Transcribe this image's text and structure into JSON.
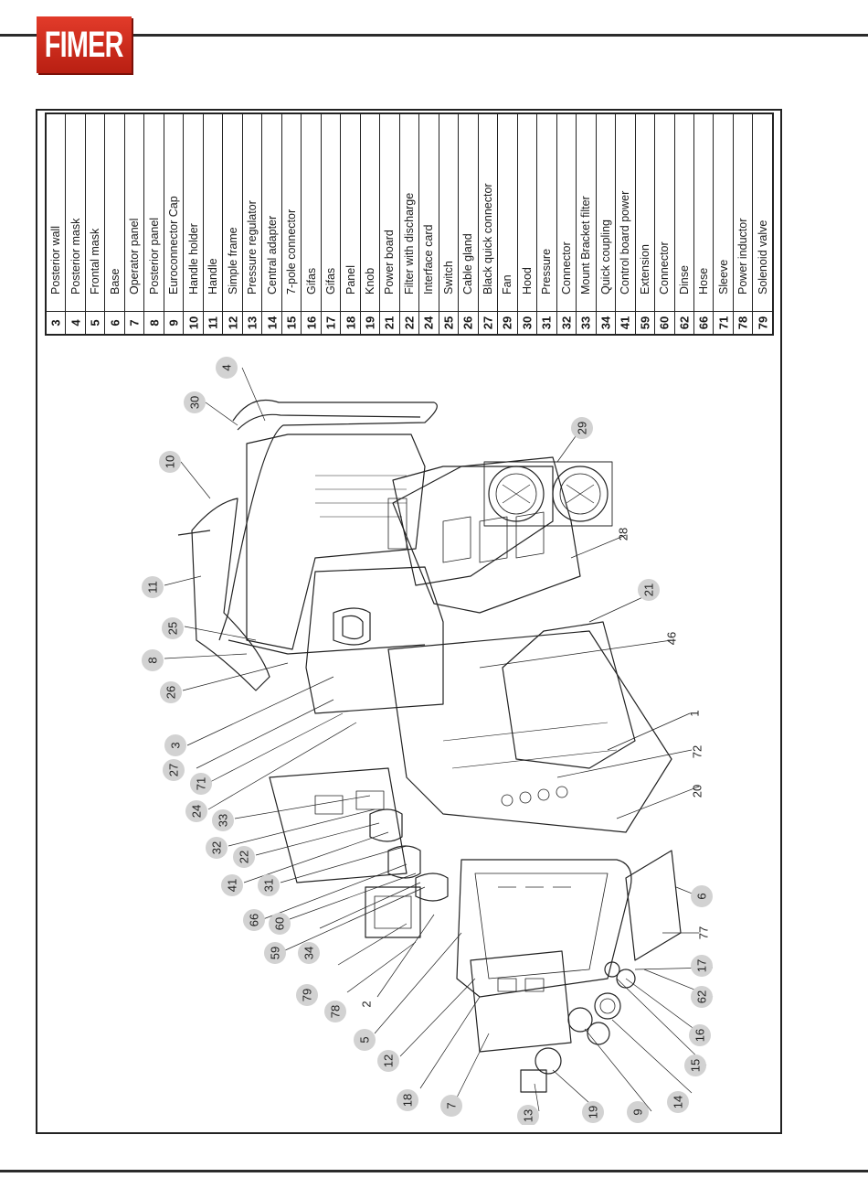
{
  "brand": {
    "logo_text": "FIMER"
  },
  "legend": [
    {
      "num": "3",
      "name": "Posterior wall"
    },
    {
      "num": "4",
      "name": "Posterior mask"
    },
    {
      "num": "5",
      "name": "Frontal mask"
    },
    {
      "num": "6",
      "name": "Base"
    },
    {
      "num": "7",
      "name": "Operator panel"
    },
    {
      "num": "8",
      "name": "Posterior panel"
    },
    {
      "num": "9",
      "name": "Euroconnector Cap"
    },
    {
      "num": "10",
      "name": "Handle holder"
    },
    {
      "num": "11",
      "name": "Handle"
    },
    {
      "num": "12",
      "name": "Simple frame"
    },
    {
      "num": "13",
      "name": "Pressure regulator"
    },
    {
      "num": "14",
      "name": "Central adapter"
    },
    {
      "num": "15",
      "name": "7-pole connector"
    },
    {
      "num": "16",
      "name": "Gifas"
    },
    {
      "num": "17",
      "name": "Gifas"
    },
    {
      "num": "18",
      "name": "Panel"
    },
    {
      "num": "19",
      "name": "Knob"
    },
    {
      "num": "21",
      "name": "Power board"
    },
    {
      "num": "22",
      "name": "Filter with discharge"
    },
    {
      "num": "24",
      "name": "Interface card"
    },
    {
      "num": "25",
      "name": "Switch"
    },
    {
      "num": "26",
      "name": "Cable gland"
    },
    {
      "num": "27",
      "name": "Black quick connector"
    },
    {
      "num": "29",
      "name": "Fan"
    },
    {
      "num": "30",
      "name": "Hood"
    },
    {
      "num": "31",
      "name": "Pressure"
    },
    {
      "num": "32",
      "name": "Connector"
    },
    {
      "num": "33",
      "name": "Mount Bracket filter"
    },
    {
      "num": "34",
      "name": "Quick coupling"
    },
    {
      "num": "41",
      "name": "Control board power"
    },
    {
      "num": "59",
      "name": "Extension"
    },
    {
      "num": "60",
      "name": "Connector"
    },
    {
      "num": "62",
      "name": "Dinse"
    },
    {
      "num": "66",
      "name": "Hose"
    },
    {
      "num": "71",
      "name": "Sleeve"
    },
    {
      "num": "78",
      "name": "Power inductor"
    },
    {
      "num": "79",
      "name": "Solenoid  valve"
    }
  ],
  "callouts": {
    "c4": "4",
    "c30": "30",
    "c10": "10",
    "c11": "11",
    "c25": "25",
    "c8": "8",
    "c26": "26",
    "c3": "3",
    "c27": "27",
    "c71": "71",
    "c24": "24",
    "c33": "33",
    "c32": "32",
    "c22": "22",
    "c41": "41",
    "c31": "31",
    "c66": "66",
    "c60": "60",
    "c59": "59",
    "c34": "34",
    "c79": "79",
    "c78": "78",
    "c2": "2",
    "c5": "5",
    "c12": "12",
    "c18": "18",
    "c7": "7",
    "c13": "13",
    "c19": "19",
    "c9": "9",
    "c14": "14",
    "c15": "15",
    "c16": "16",
    "c62": "62",
    "c17": "17",
    "c77": "77",
    "c6": "6",
    "c20": "20",
    "c72": "72",
    "c1": "1",
    "c46": "46",
    "c21": "21",
    "c28": "28",
    "c29": "29"
  },
  "colors": {
    "logo_red": "#d12b1b",
    "callout_fill": "#d2d2d2",
    "line": "#222222"
  }
}
